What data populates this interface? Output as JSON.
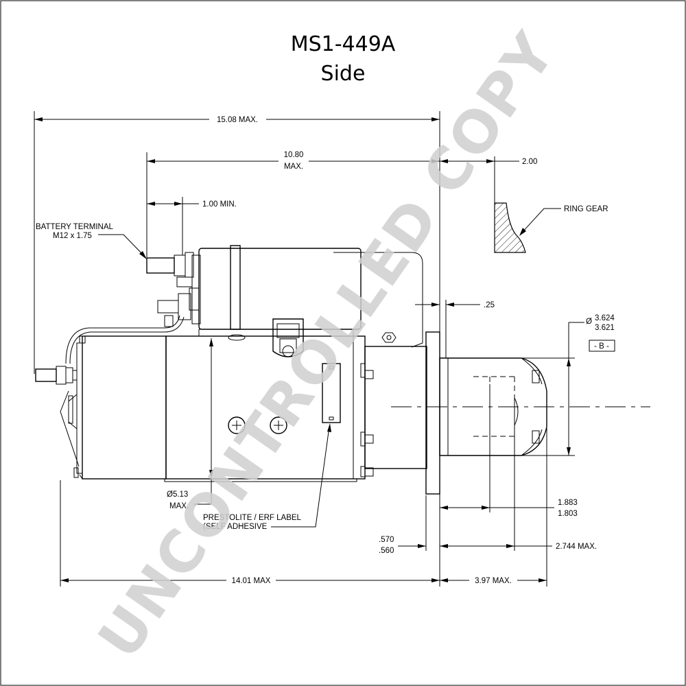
{
  "title": "MS1-449A",
  "subtitle": "Side",
  "watermark": "UNCONTROLLED COPY",
  "dimensions": {
    "overall_length": "15.08 MAX.",
    "length_10_80_line1": "10.80",
    "length_10_80_line2": "MAX.",
    "min_1_00": "1.00 MIN.",
    "ring_gear_2_00": "2.00",
    "gap_25": ".25",
    "pilot_dia_top": "3.624",
    "pilot_dia_bottom": "3.621",
    "datum_b": "- B -",
    "body_dia_line1": "Ø5.13",
    "body_dia_line2": "MAX.",
    "dim_1883": "1.883",
    "dim_1803": "1.803",
    "flange_570": ".570",
    "flange_560": ".560",
    "dim_2744": "2.744 MAX.",
    "length_14_01": "14.01 MAX",
    "length_3_97": "3.97 MAX."
  },
  "labels": {
    "battery_terminal_line1": "BATTERY TERMINAL",
    "battery_terminal_line2": "M12 x 1.75",
    "ring_gear": "RING GEAR",
    "label_note_line1": "PRESTOLITE / ERF LABEL",
    "label_note_line2": "(SELF ADHESIVE"
  },
  "colors": {
    "line": "#000000",
    "watermark": "#d0d0d0",
    "background": "#ffffff"
  }
}
